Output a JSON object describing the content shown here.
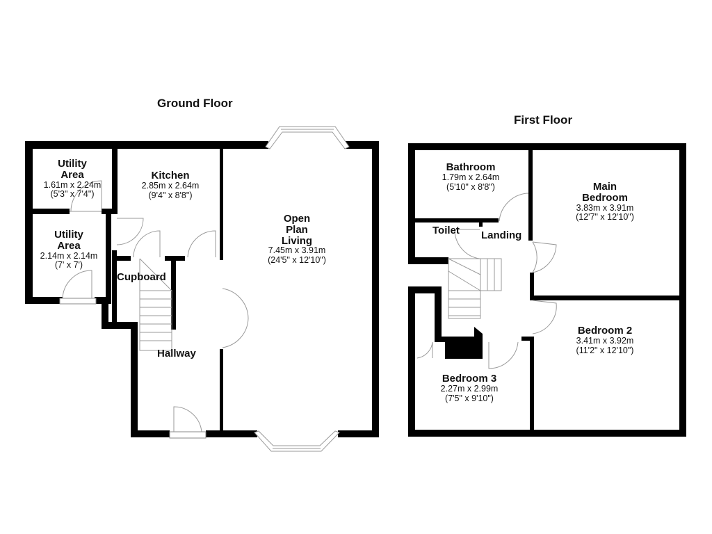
{
  "ground_floor": {
    "title": "Ground Floor",
    "rooms": [
      {
        "name": "Utility\nArea",
        "name_lines": [
          "Utility",
          "Area"
        ],
        "metric": "1.61m x 2.24m",
        "imperial": "(5'3\" x 7'4\")"
      },
      {
        "name": "Utility\nArea",
        "name_lines": [
          "Utility",
          "Area"
        ],
        "metric": "2.14m x 2.14m",
        "imperial": "(7' x 7')"
      },
      {
        "name": "Kitchen",
        "name_lines": [
          "Kitchen"
        ],
        "metric": "2.85m x 2.64m",
        "imperial": "(9'4\" x 8'8\")"
      },
      {
        "name": "Open Plan Living",
        "name_lines": [
          "Open",
          "Plan",
          "Living"
        ],
        "metric": "7.45m x 3.91m",
        "imperial": "(24'5\" x 12'10\")"
      }
    ],
    "areas": {
      "cupboard": "Cupboard",
      "hallway": "Hallway"
    }
  },
  "first_floor": {
    "title": "First Floor",
    "rooms": [
      {
        "name": "Bathroom",
        "name_lines": [
          "Bathroom"
        ],
        "metric": "1.79m x 2.64m",
        "imperial": "(5'10\" x 8'8\")"
      },
      {
        "name": "Main Bedroom",
        "name_lines": [
          "Main",
          "Bedroom"
        ],
        "metric": "3.83m x 3.91m",
        "imperial": "(12'7\" x 12'10\")"
      },
      {
        "name": "Bedroom 2",
        "name_lines": [
          "Bedroom 2"
        ],
        "metric": "3.41m x 3.92m",
        "imperial": "(11'2\" x 12'10\")"
      },
      {
        "name": "Bedroom 3",
        "name_lines": [
          "Bedroom 3"
        ],
        "metric": "2.27m x 2.99m",
        "imperial": "(7'5\" x 9'10\")"
      }
    ],
    "areas": {
      "toilet": "Toilet",
      "landing": "Landing"
    }
  }
}
